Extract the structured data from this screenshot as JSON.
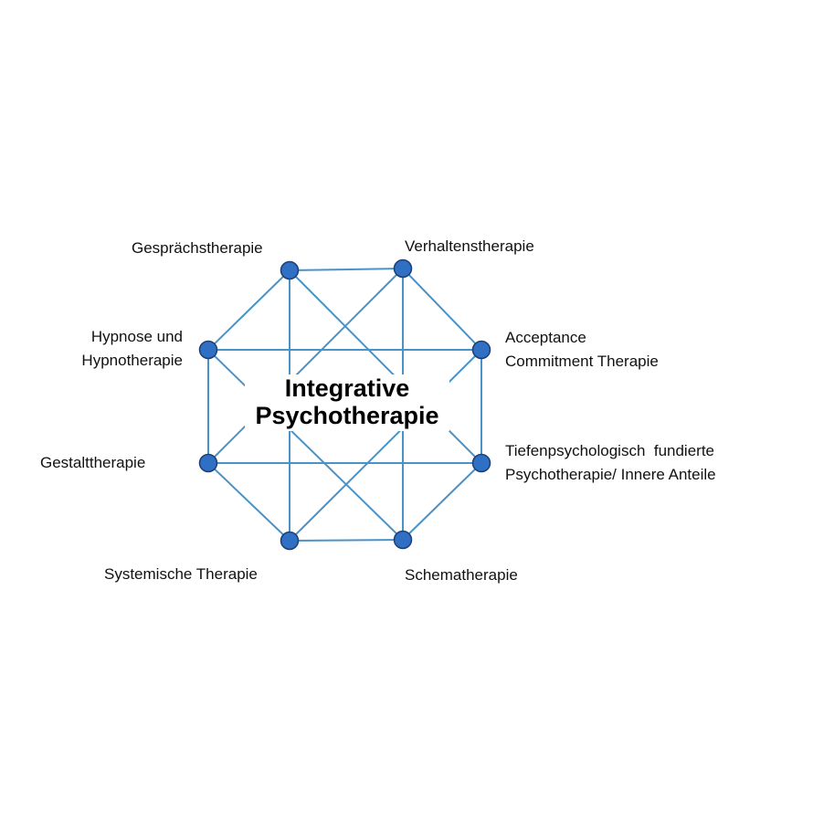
{
  "title": "Integrative Psychotherapie",
  "title_lines": [
    "Integrative",
    "Psychotherapie"
  ],
  "colors": {
    "edge": "#4a93c8",
    "node": "#2f6fc4",
    "node_outline": "#1d3f73"
  },
  "nodes": [
    {
      "id": "gespraech",
      "lines": [
        "Gesprächstherapie"
      ]
    },
    {
      "id": "verhalten",
      "lines": [
        "Verhaltenstherapie"
      ]
    },
    {
      "id": "act",
      "lines": [
        "Acceptance",
        "Commitment Therapie"
      ]
    },
    {
      "id": "tiefen",
      "lines": [
        "Tiefenpsychologisch  fundierte",
        "Psychotherapie/ Innere Anteile"
      ]
    },
    {
      "id": "schema",
      "lines": [
        "Schematherapie"
      ]
    },
    {
      "id": "systemisch",
      "lines": [
        "Systemische Therapie"
      ]
    },
    {
      "id": "gestalt",
      "lines": [
        "Gestalttherapie"
      ]
    },
    {
      "id": "hypnose",
      "lines": [
        "Hypnose und",
        "Hypnotherapie"
      ]
    }
  ],
  "edges": [
    [
      "gespraech",
      "verhalten"
    ],
    [
      "verhalten",
      "act"
    ],
    [
      "act",
      "tiefen"
    ],
    [
      "tiefen",
      "schema"
    ],
    [
      "schema",
      "systemisch"
    ],
    [
      "systemisch",
      "gestalt"
    ],
    [
      "gestalt",
      "hypnose"
    ],
    [
      "hypnose",
      "gespraech"
    ],
    [
      "hypnose",
      "act"
    ],
    [
      "gestalt",
      "tiefen"
    ],
    [
      "gespraech",
      "systemisch"
    ],
    [
      "verhalten",
      "schema"
    ],
    [
      "gespraech",
      "tiefen"
    ],
    [
      "verhalten",
      "gestalt"
    ],
    [
      "hypnose",
      "schema"
    ],
    [
      "act",
      "systemisch"
    ]
  ]
}
